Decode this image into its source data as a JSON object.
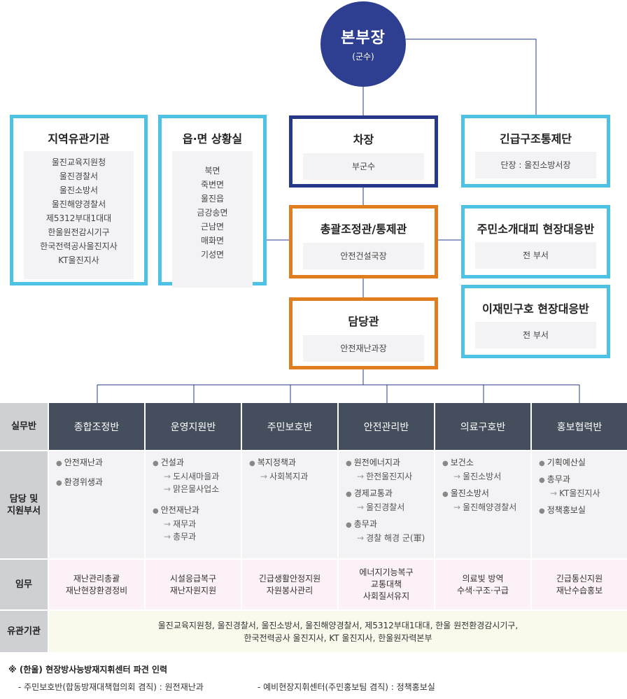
{
  "top": {
    "title": "본부장",
    "subtitle": "(군수)"
  },
  "deputy": {
    "title": "차장",
    "body": "부군수"
  },
  "coordinator": {
    "title": "총괄조정관/통제관",
    "body": "안전건설국장"
  },
  "officer": {
    "title": "담당관",
    "body": "안전재난과장"
  },
  "regional": {
    "title": "지역유관기관",
    "items": [
      "울진교육지원청",
      "울진경찰서",
      "울진소방서",
      "울진해양경찰서",
      "제5312부대1대대",
      "한울원전감시기구",
      "한국전력공사울진지사",
      "KT울진지사"
    ]
  },
  "township": {
    "title": "읍·면 상황실",
    "items": [
      "북면",
      "죽변면",
      "울진읍",
      "금강송면",
      "근남면",
      "매화면",
      "기성면"
    ]
  },
  "rescue_control": {
    "title": "긴급구조통제단",
    "body": "단장 : 울진소방서장"
  },
  "evac_team": {
    "title": "주민소개대피 현장대응반",
    "body": "전 부서"
  },
  "relief_team": {
    "title": "이재민구호 현장대응반",
    "body": "전 부서"
  },
  "table": {
    "row_labels": {
      "team": "실무반",
      "dept": [
        "담당 및",
        "지원부서"
      ],
      "duty": "임무",
      "related": "유관기관"
    },
    "columns": [
      {
        "name": "종합조정반",
        "depts": [
          {
            "name": "안전재난과",
            "subs": []
          },
          {
            "name": "환경위생과",
            "subs": []
          }
        ],
        "duty": [
          "재난관리총괄",
          "재난현장환경정비"
        ]
      },
      {
        "name": "운영지원반",
        "depts": [
          {
            "name": "건설과",
            "subs": [
              "도시새마을과",
              "맑은물사업소"
            ]
          },
          {
            "name": "안전재난과",
            "subs": [
              "재무과",
              "총무과"
            ]
          }
        ],
        "duty": [
          "시설응급복구",
          "재난자원지원"
        ]
      },
      {
        "name": "주민보호반",
        "depts": [
          {
            "name": "복지정책과",
            "subs": [
              "사회복지과"
            ]
          }
        ],
        "duty": [
          "긴급생활안정지원",
          "자원봉사관리"
        ]
      },
      {
        "name": "안전관리반",
        "depts": [
          {
            "name": "원전에너지과",
            "subs": [
              "한전울진지사"
            ]
          },
          {
            "name": "경제교통과",
            "subs": [
              "울진경찰서"
            ]
          },
          {
            "name": "총무과",
            "subs": [
              "경찰 해경 군(軍)"
            ]
          }
        ],
        "duty": [
          "에너지기능복구",
          "교통대책",
          "사회질서유지"
        ]
      },
      {
        "name": "의료구호반",
        "depts": [
          {
            "name": "보건소",
            "subs": [
              "울진소방서"
            ]
          },
          {
            "name": "울진소방서",
            "subs": [
              "울진해양경찰서"
            ]
          }
        ],
        "duty": [
          "의료빛 방역",
          "수색·구조·구급"
        ]
      },
      {
        "name": "홍보협력반",
        "depts": [
          {
            "name": "기획예산실",
            "subs": []
          },
          {
            "name": "총무과",
            "subs": [
              "KT울진지사"
            ]
          },
          {
            "name": "정책홍보실",
            "subs": []
          }
        ],
        "duty": [
          "긴급통신지원",
          "재난수습홍보"
        ]
      }
    ],
    "related_lines": [
      "울진교육지원청, 울진경찰서, 울진소방서, 울진해양경찰서, 제5312부대1대대, 한울 원전환경감시기구,",
      "한국전력공사 울진지사, KT 울진지사, 한울원자력본부"
    ]
  },
  "notes": {
    "title": "※ (한울) 현장방사능방재지휘센터 파견 인력",
    "items": [
      "- 주민보호반(합동방재대책협의회 겸직) : 원전재난과",
      "- 예비현장지휘센터(주민홍보팀 겸직) : 정책홍보실"
    ]
  },
  "colors": {
    "navy": "#2e3f91",
    "orange": "#e07e1f",
    "cyan": "#4ec2e4",
    "header": "#444e5c",
    "row_label": "#cfd0d3",
    "duty_bg": "#fbf1f6",
    "related_bg": "#f9f9ec"
  }
}
